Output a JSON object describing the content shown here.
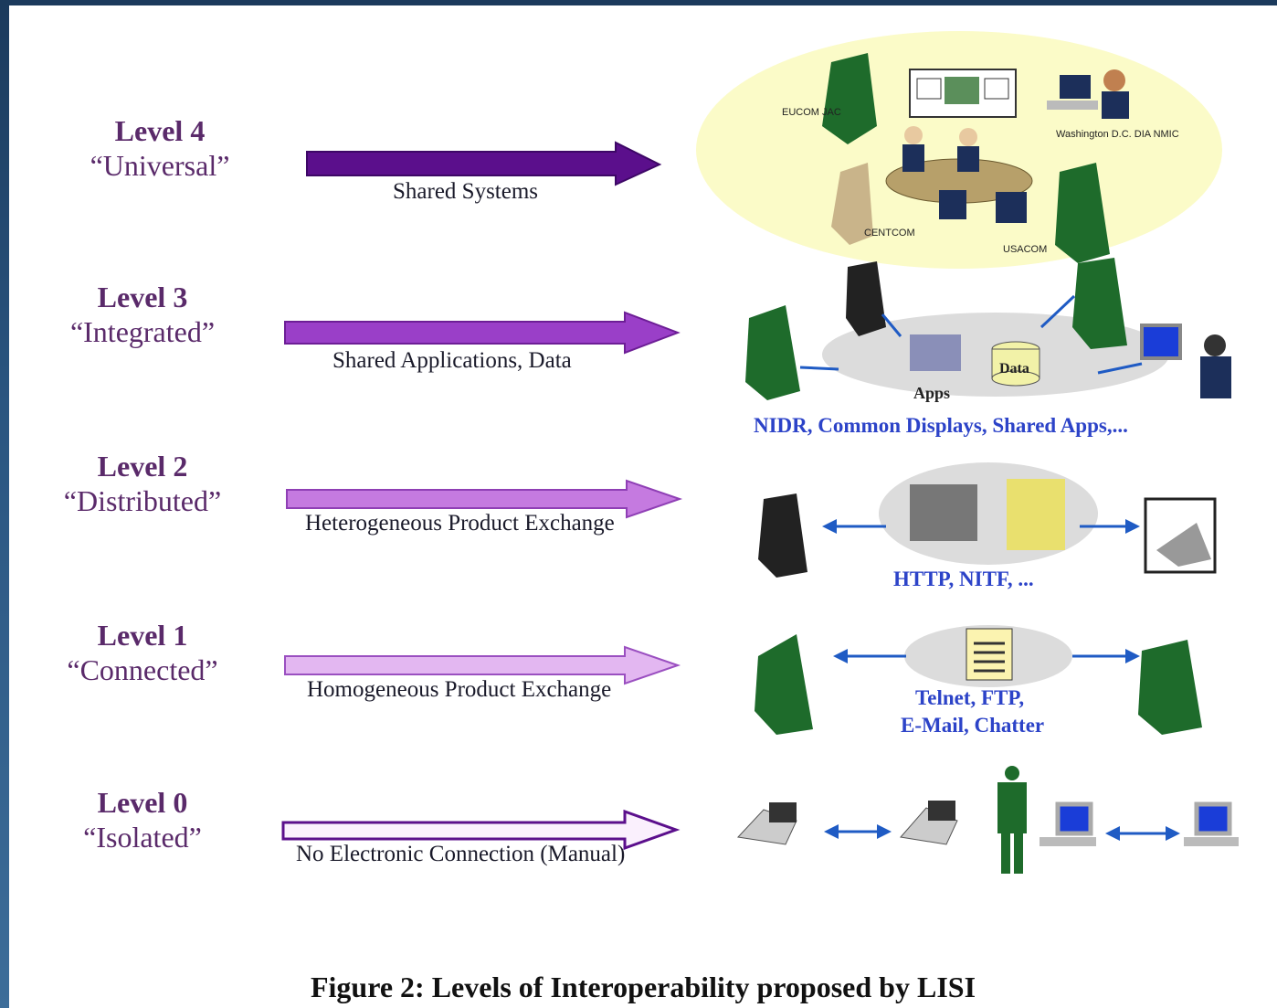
{
  "levels": [
    {
      "level": "Level 4",
      "name": "“Universal”",
      "arrow_label": "Shared Systems",
      "color": "#5b0f8c"
    },
    {
      "level": "Level 3",
      "name": "“Integrated”",
      "arrow_label": "Shared Applications, Data",
      "color": "#9a3fc8"
    },
    {
      "level": "Level 2",
      "name": "“Distributed”",
      "arrow_label": "Heterogeneous Product Exchange",
      "color": "#c57ae0"
    },
    {
      "level": "Level 1",
      "name": "“Connected”",
      "arrow_label": "Homogeneous Product Exchange",
      "color": "#e3b7f1"
    },
    {
      "level": "Level 0",
      "name": "“Isolated”",
      "arrow_label": "No Electronic Connection (Manual)",
      "color": "#faf0fd"
    }
  ],
  "level4_labels": {
    "a": "EUCOM JAC",
    "b": "Washington D.C. DIA NMIC",
    "c": "CENTCOM",
    "d": "USACOM"
  },
  "level3_labels": {
    "apps": "Apps",
    "data": "Data",
    "protocols": "NIDR, Common Displays, Shared Apps,..."
  },
  "level2_protocols": "HTTP, NITF, ...",
  "level1_protocols_line1": "Telnet, FTP,",
  "level1_protocols_line2": "E-Mail, Chatter",
  "caption": "Figure 2: Levels of Interoperability proposed by LISI"
}
